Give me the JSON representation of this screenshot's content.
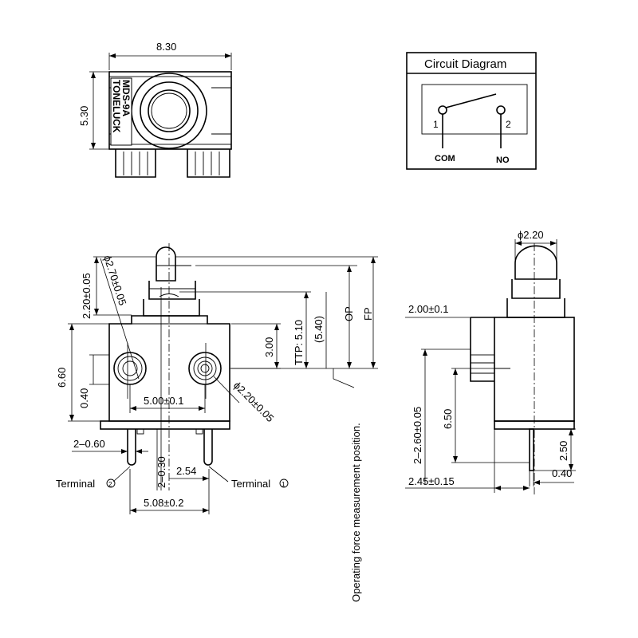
{
  "top_view": {
    "width_dim": "8.30",
    "height_dim": "5.30",
    "brand": "TONELUCK",
    "model": "MDS-9A"
  },
  "circuit_diagram": {
    "title": "Circuit Diagram",
    "pin1": "1",
    "pin2": "2",
    "com_label": "COM",
    "no_label": "NO"
  },
  "front_view": {
    "plunger_height": "2.20±0.05",
    "hole_dia_left": "ϕ2.70±0.05",
    "height": "6.60",
    "offset_040": "0.40",
    "hole_spacing": "5.00±0.1",
    "hole_dia_right": "ϕ2.20±0.05",
    "dim_300": "3.00",
    "ttp": "TTP: 5.10",
    "dim_540": "(5.40)",
    "op": "OP",
    "fp": "FP",
    "terminal_width": "2–0.60",
    "terminal_thickness": "2–0.30",
    "pitch": "2.54",
    "terminal_span": "5.08±0.2",
    "terminal_left": "Terminal",
    "terminal_left_num": "2",
    "terminal_right": "Terminal",
    "terminal_right_num": "1",
    "force_note": "Operating force measurement position."
  },
  "side_view": {
    "plunger_dia": "ϕ2.20",
    "slot_width": "2.00±0.1",
    "hole_pos": "2–2.60±0.05",
    "dim_650": "6.50",
    "dim_250": "2.50",
    "dim_040": "0.40",
    "depth": "2.45±0.15"
  }
}
